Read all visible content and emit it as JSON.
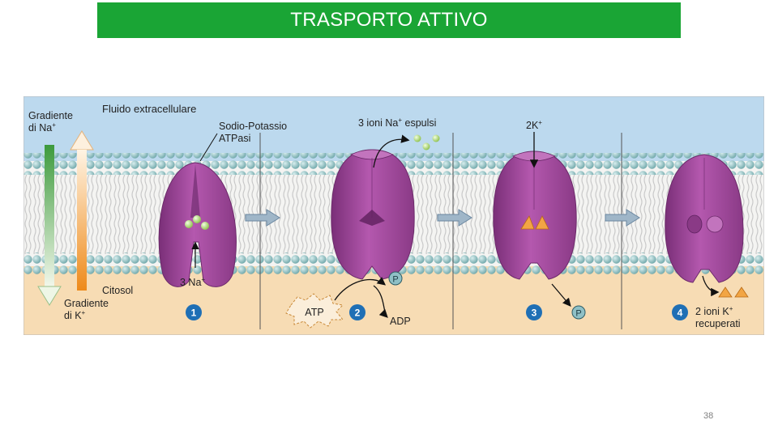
{
  "slide": {
    "title": "TRASPORTO ATTIVO",
    "page_number": "38"
  },
  "figure": {
    "extracellular_label": "Fluido extracellulare",
    "cytosol_label": "Citosol",
    "na_gradient_label": {
      "line1": "Gradiente",
      "line2": "di Na",
      "sup": "+"
    },
    "k_gradient_label": {
      "line1": "Gradiente",
      "line2": "di K",
      "sup": "+"
    },
    "pump_label": {
      "line1": "Sodio-Potassio",
      "line2": "ATPasi"
    },
    "na_entering_label": {
      "text": "3 Na",
      "sup": "+"
    },
    "na_expelled_label": {
      "text": "3 ioni Na",
      "sup": "+",
      "tail": " espulsi"
    },
    "k_entering_label": {
      "text": "2K",
      "sup": "+"
    },
    "atp_label": "ATP",
    "adp_label": "ADP",
    "phosphate_label": "P",
    "k_recovered_label": {
      "line1": "2 ioni K",
      "sup": "+",
      "line2": "recuperati"
    },
    "steps": [
      "1",
      "2",
      "3",
      "4"
    ],
    "colors": {
      "extracellular": "#bcd9ee",
      "cytosol": "#f7dcb4",
      "pump": "#a0489c",
      "lipid_head": "#8dbcbe",
      "na_ion": "#b8d97a",
      "k_ion": "#f2a544",
      "step_badge": "#1f6fb5",
      "title_bar": "#1aa535"
    }
  }
}
